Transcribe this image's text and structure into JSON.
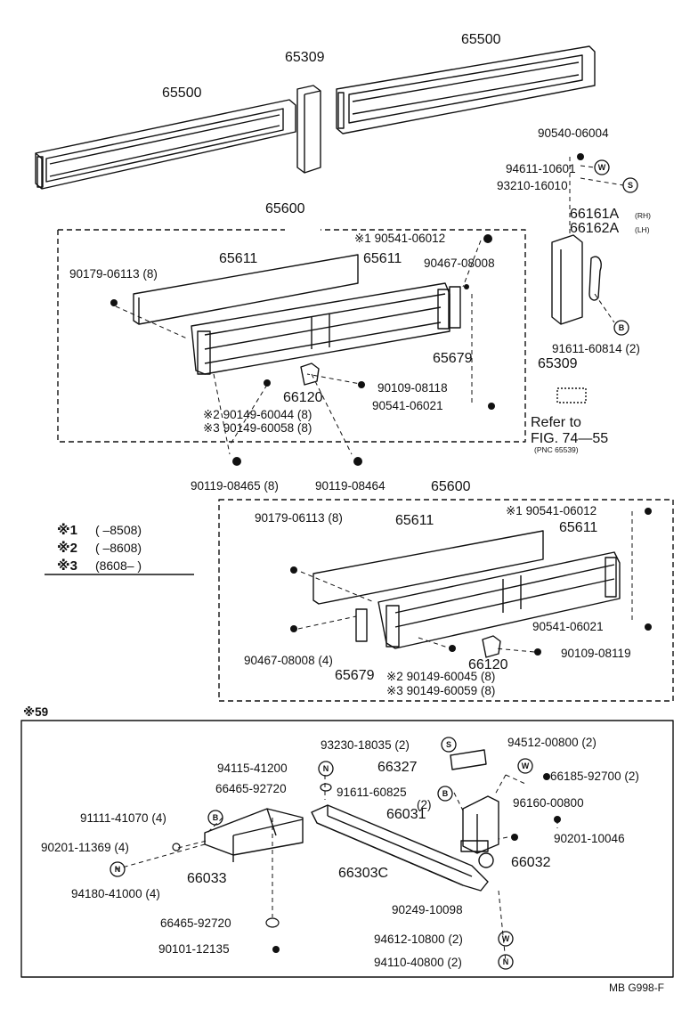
{
  "labels": {
    "p65500_left": "65500",
    "p65309_top": "65309",
    "p65500_right": "65500",
    "p90540": "90540-06004",
    "p94611": "94611-10601",
    "p93210": "93210-16010",
    "p65600_top": "65600",
    "p66161": "66161A",
    "p66161_side": "(RH)",
    "p66162": "66162A",
    "p66162_side": "(LH)",
    "p90541_a": "※1 90541-06012",
    "p65611_a": "65611",
    "p65611_b": "65611",
    "p90179_a": "90179-06113 (8)",
    "p90467_a": "90467-08008",
    "p65679_a": "65679",
    "p90109_a": "90109-08118",
    "p66120_a": "66120",
    "p90541_b": "90541-06021",
    "p90149_a": "※2 90149-60044 (8)",
    "p90149_b": "※3 90149-60058 (8)",
    "p65309_right": "65309",
    "p91611_a": "91611-60814 (2)",
    "refer1": "Refer to",
    "refer2": "FIG. 74—55",
    "refer3": "(PNC 65539)",
    "p90119_a": "90119-08465 (8)",
    "p90119_b": "90119-08464",
    "p65600_bot": "65600",
    "p90179_b": "90179-06113 (8)",
    "p65611_c": "65611",
    "p90541_c": "※1 90541-06012",
    "p65611_d": "65611",
    "p90541_d": "90541-06021",
    "p90109_b": "90109-08119",
    "p90467_b": "90467-08008 (4)",
    "p66120_b": "66120",
    "p65679_b": "65679",
    "p90149_c": "※2 90149-60045 (8)",
    "p90149_d": "※3 90149-60059 (8)",
    "star59": "※59",
    "p93230": "93230-18035 (2)",
    "p94512": "94512-00800 (2)",
    "p94115": "94115-41200",
    "p66327": "66327",
    "p66185": "66185-92700 (2)",
    "p66465_a": "66465-92720",
    "p91611_b": "91611-60825",
    "p91611_b2": "(2)",
    "p96160": "96160-00800",
    "p66031": "66031",
    "p91111": "91111-41070 (4)",
    "p90201_a": "90201-11369 (4)",
    "p90201_b": "90201-10046",
    "p66032": "66032",
    "p66033": "66033",
    "p66303": "66303C",
    "p94180": "94180-41000 (4)",
    "p90249": "90249-10098",
    "p66465_b": "66465-92720",
    "p94612": "94612-10800 (2)",
    "p90101": "90101-12135",
    "p94110": "94110-40800 (2)",
    "code": "MB G998-F"
  },
  "legend": [
    {
      "mark": "※1",
      "range": "(        –8508)"
    },
    {
      "mark": "※2",
      "range": "(        –8608)"
    },
    {
      "mark": "※3",
      "range": "(8608–        )"
    }
  ],
  "symbols": {
    "washer": "W",
    "spring_washer": "S",
    "bolt": "B",
    "nut": "N"
  }
}
